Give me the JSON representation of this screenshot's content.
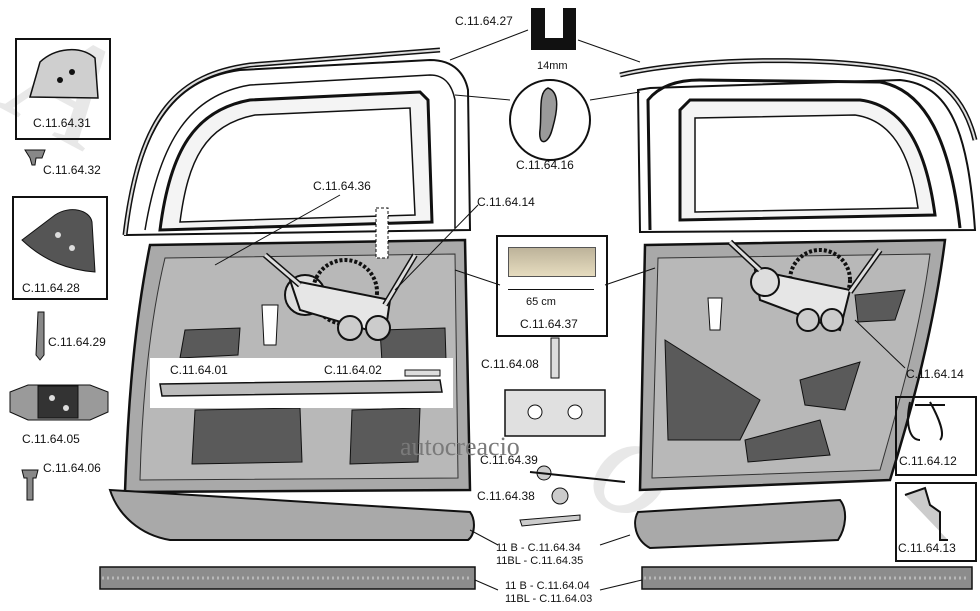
{
  "parts": {
    "top_seal": "C.11.64.27",
    "top_seal_width": "14mm",
    "window_clip": "C.11.64.16",
    "corner_cap": "C.11.64.31",
    "screw_a": "C.11.64.32",
    "regulator_pin": "C.11.64.36",
    "regulator_bracket": "C.11.64.14",
    "regulator_bracket_right": "C.11.64.14",
    "latch_plate": "C.11.64.28",
    "screw_b": "C.11.64.29",
    "felt_strip": "C.11.64.37",
    "felt_length": "65 cm",
    "check_rod": "C.11.64.08",
    "rail_a": "C.11.64.01",
    "rail_b": "C.11.64.02",
    "striker": "C.11.64.05",
    "bolt": "C.11.64.06",
    "clip_a": "C.11.64.12",
    "clip_b": "C.11.64.13",
    "hinge_part": "C.11.64.39",
    "hinge_pin": "C.11.64.38",
    "lower_panel_11b": "11 B -  C.11.64.34",
    "lower_panel_11bl": "11BL - C.11.64.35",
    "sill_11b": "11 B -  C.11.64.04",
    "sill_11bl": "11BL - C.11.64.03"
  },
  "watermark": "autocreacio",
  "colors": {
    "line": "#111111",
    "panel": "#a9a9a9",
    "panel_dark": "#5a5a5a",
    "felt": "#c9b896",
    "sill": "#8c8c8c"
  }
}
